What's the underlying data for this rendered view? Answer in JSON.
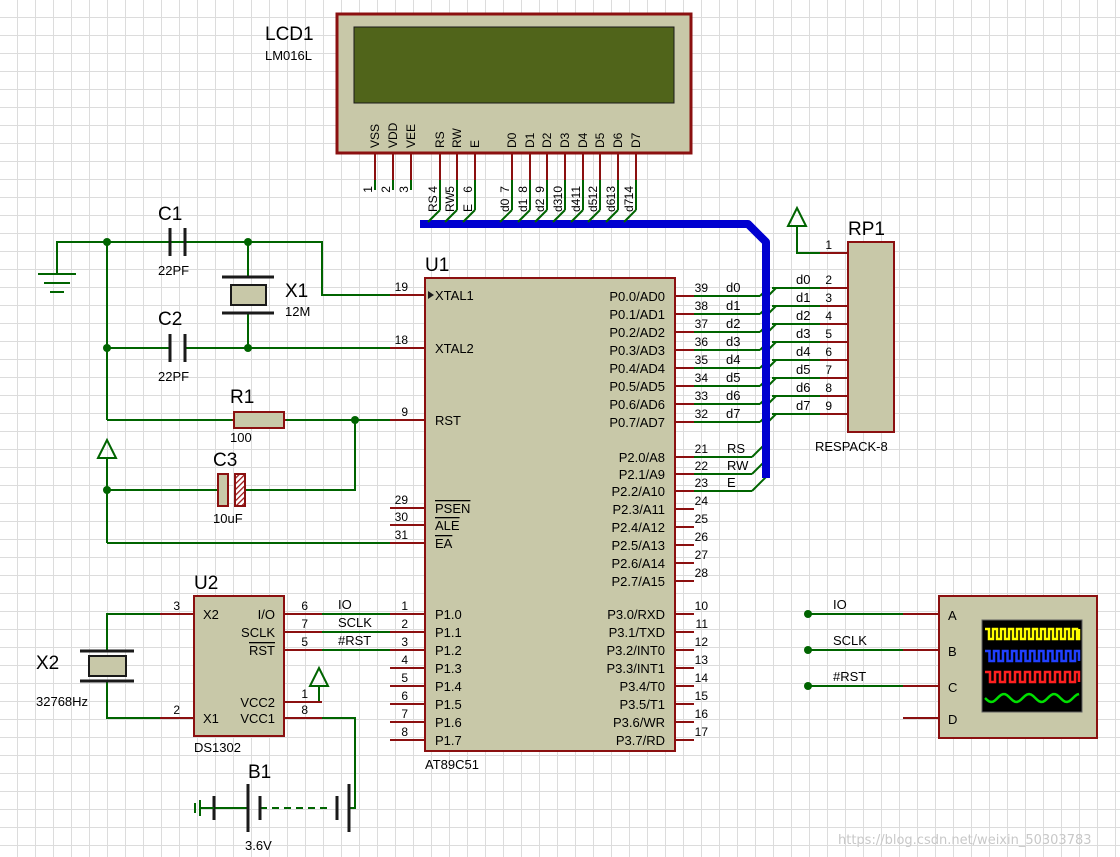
{
  "lcd": {
    "ref": "LCD1",
    "value": "LM016L",
    "pins_top": [
      "VSS",
      "VDD",
      "VEE",
      "RS",
      "RW",
      "E",
      "D0",
      "D1",
      "D2",
      "D3",
      "D4",
      "D5",
      "D6",
      "D7"
    ],
    "pin_numbers": [
      "1",
      "2",
      "3",
      "4",
      "5",
      "6",
      "7",
      "8",
      "9",
      "10",
      "11",
      "12",
      "13",
      "14"
    ],
    "net_labels": [
      "RS",
      "RW",
      "E",
      "d0",
      "d1",
      "d2",
      "d3",
      "d4",
      "d5",
      "d6",
      "d7"
    ]
  },
  "mcu": {
    "ref": "U1",
    "part": "AT89C51",
    "left_pins": [
      {
        "num": "19",
        "name": "XTAL1"
      },
      {
        "num": "18",
        "name": "XTAL2"
      },
      {
        "num": "9",
        "name": "RST"
      },
      {
        "num": "29",
        "name": "PSEN"
      },
      {
        "num": "30",
        "name": "ALE"
      },
      {
        "num": "31",
        "name": "EA"
      },
      {
        "num": "1",
        "name": "P1.0"
      },
      {
        "num": "2",
        "name": "P1.1"
      },
      {
        "num": "3",
        "name": "P1.2"
      },
      {
        "num": "4",
        "name": "P1.3"
      },
      {
        "num": "5",
        "name": "P1.4"
      },
      {
        "num": "6",
        "name": "P1.5"
      },
      {
        "num": "7",
        "name": "P1.6"
      },
      {
        "num": "8",
        "name": "P1.7"
      }
    ],
    "right_pins": [
      {
        "num": "39",
        "name": "P0.0/AD0"
      },
      {
        "num": "38",
        "name": "P0.1/AD1"
      },
      {
        "num": "37",
        "name": "P0.2/AD2"
      },
      {
        "num": "36",
        "name": "P0.3/AD3"
      },
      {
        "num": "35",
        "name": "P0.4/AD4"
      },
      {
        "num": "34",
        "name": "P0.5/AD5"
      },
      {
        "num": "33",
        "name": "P0.6/AD6"
      },
      {
        "num": "32",
        "name": "P0.7/AD7"
      },
      {
        "num": "21",
        "name": "P2.0/A8"
      },
      {
        "num": "22",
        "name": "P2.1/A9"
      },
      {
        "num": "23",
        "name": "P2.2/A10"
      },
      {
        "num": "24",
        "name": "P2.3/A11"
      },
      {
        "num": "25",
        "name": "P2.4/A12"
      },
      {
        "num": "26",
        "name": "P2.5/A13"
      },
      {
        "num": "27",
        "name": "P2.6/A14"
      },
      {
        "num": "28",
        "name": "P2.7/A15"
      },
      {
        "num": "10",
        "name": "P3.0/RXD"
      },
      {
        "num": "11",
        "name": "P3.1/TXD"
      },
      {
        "num": "12",
        "name": "P3.2/INT0"
      },
      {
        "num": "13",
        "name": "P3.3/INT1"
      },
      {
        "num": "14",
        "name": "P3.4/T0"
      },
      {
        "num": "15",
        "name": "P3.5/T1"
      },
      {
        "num": "16",
        "name": "P3.6/WR"
      },
      {
        "num": "17",
        "name": "P3.7/RD"
      }
    ],
    "p0_nets": [
      "d0",
      "d1",
      "d2",
      "d3",
      "d4",
      "d5",
      "d6",
      "d7"
    ],
    "p2_nets": [
      "RS",
      "RW",
      "E"
    ]
  },
  "rp1": {
    "ref": "RP1",
    "value": "RESPACK-8",
    "pin_numbers": [
      "1",
      "2",
      "3",
      "4",
      "5",
      "6",
      "7",
      "8",
      "9"
    ],
    "nets": [
      "d0",
      "d1",
      "d2",
      "d3",
      "d4",
      "d5",
      "d6",
      "d7"
    ]
  },
  "c1": {
    "ref": "C1",
    "value": "22PF"
  },
  "c2": {
    "ref": "C2",
    "value": "22PF"
  },
  "x1": {
    "ref": "X1",
    "value": "12M"
  },
  "r1": {
    "ref": "R1",
    "value": "100"
  },
  "c3": {
    "ref": "C3",
    "value": "10uF"
  },
  "u2": {
    "ref": "U2",
    "part": "DS1302",
    "pins": [
      {
        "num": "3",
        "name": "X2"
      },
      {
        "num": "2",
        "name": "X1"
      },
      {
        "num": "6",
        "name": "I/O"
      },
      {
        "num": "7",
        "name": "SCLK"
      },
      {
        "num": "5",
        "name": "RST"
      },
      {
        "num": "1",
        "name": "VCC2"
      },
      {
        "num": "8",
        "name": "VCC1"
      }
    ],
    "nets": [
      "IO",
      "SCLK",
      "#RST"
    ]
  },
  "x2": {
    "ref": "X2",
    "value": "32768Hz"
  },
  "b1": {
    "ref": "B1",
    "value": "3.6V"
  },
  "scope": {
    "channels": [
      "A",
      "B",
      "C",
      "D"
    ],
    "nets": [
      "IO",
      "SCLK",
      "#RST"
    ],
    "trace_colors": [
      "#ffff00",
      "#2040ff",
      "#ff2020",
      "#00e000"
    ]
  },
  "watermark": "https://blog.csdn.net/weixin_50303783"
}
